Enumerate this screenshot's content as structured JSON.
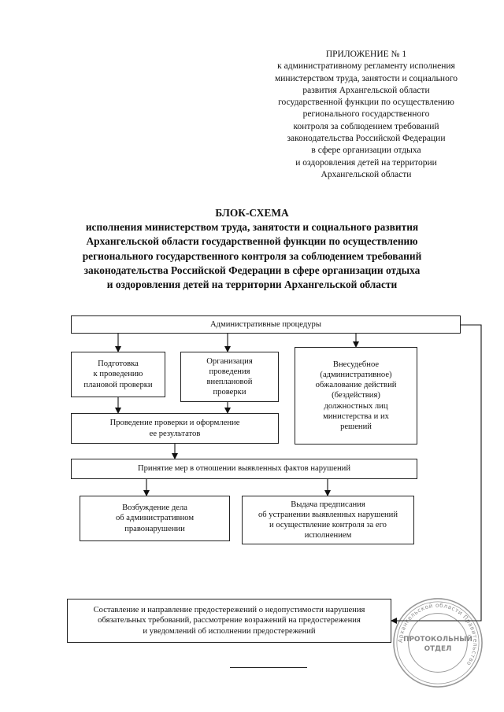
{
  "appendix": {
    "lines": [
      "ПРИЛОЖЕНИЕ № 1",
      "к административному регламенту исполнения",
      "министерством труда, занятости и социального",
      "развития Архангельской области",
      "государственной функции по осуществлению",
      "регионального государственного",
      "контроля за соблюдением требований",
      "законодательства Российской Федерации",
      "в сфере организации отдыха",
      "и оздоровления детей на территории",
      "Архангельской области"
    ]
  },
  "title": {
    "lines": [
      "БЛОК-СХЕМА",
      "исполнения министерством труда, занятости и социального развития",
      "Архангельской области государственной функции по осуществлению",
      "регионального государственного контроля за соблюдением требований",
      "законодательства Российской Федерации в сфере организации отдыха",
      "и оздоровления детей на территории Архангельской области"
    ]
  },
  "flow": {
    "admin": [
      "Административные процедуры"
    ],
    "planned": [
      "Подготовка",
      "к проведению",
      "плановой проверки"
    ],
    "unplanned": [
      "Организация",
      "проведения",
      "внеплановой",
      "проверки"
    ],
    "appeal": [
      "Внесудебное",
      "(административное)",
      "обжалование действий",
      "(бездействия)",
      "должностных лиц",
      "министерства и их",
      "решений"
    ],
    "inspection": [
      "Проведение проверки и оформление",
      "ее результатов"
    ],
    "measures": [
      "Принятие мер в отношении выявленных фактов нарушений"
    ],
    "case": [
      "Возбуждение дела",
      "об административном",
      "правонарушении"
    ],
    "order": [
      "Выдача предписания",
      "об устранении выявленных нарушений",
      "и осуществление контроля за его",
      "исполнением"
    ],
    "warnings": [
      "Составление и направление предостережений о недопустимости нарушения",
      "обязательных требований, рассмотрение возражений на предостережения",
      "и уведомлений об исполнении предостережений"
    ]
  },
  "stamp": {
    "center": [
      "ПРОТОКОЛЬНЫЙ",
      "ОТДЕЛ"
    ],
    "ring": "Архангельской области Правительство"
  }
}
